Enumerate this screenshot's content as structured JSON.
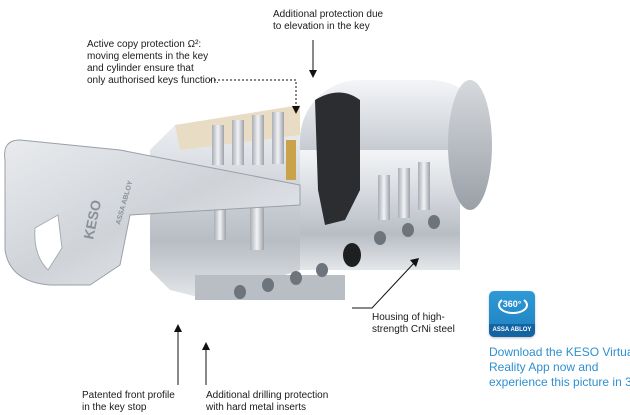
{
  "callouts": {
    "elevation": "Additional protection due\nto elevation in the key",
    "copy_protection": "Active copy protection Ω²:\nmoving elements in the key\nand cylinder ensure that\nonly authorised keys function.",
    "housing": "Housing of high-\nstrength CrNi steel",
    "front_profile": "Patented front profile\nin the key stop",
    "drilling": "Additional drilling protection\nwith hard metal inserts"
  },
  "key_bow_text": "KESO",
  "key_blade_text": "ASSA ABLOY",
  "app_badge": {
    "degrees": "360°",
    "brand": "ASSA ABLOY"
  },
  "promo": {
    "line1": "Download the KESO Virtual",
    "line2": "Reality App now and",
    "line3": "experience this picture in 3"
  },
  "colors": {
    "accent": "#2f8fd0",
    "steel": "#c8ccd2",
    "brass": "#c9a24a"
  }
}
